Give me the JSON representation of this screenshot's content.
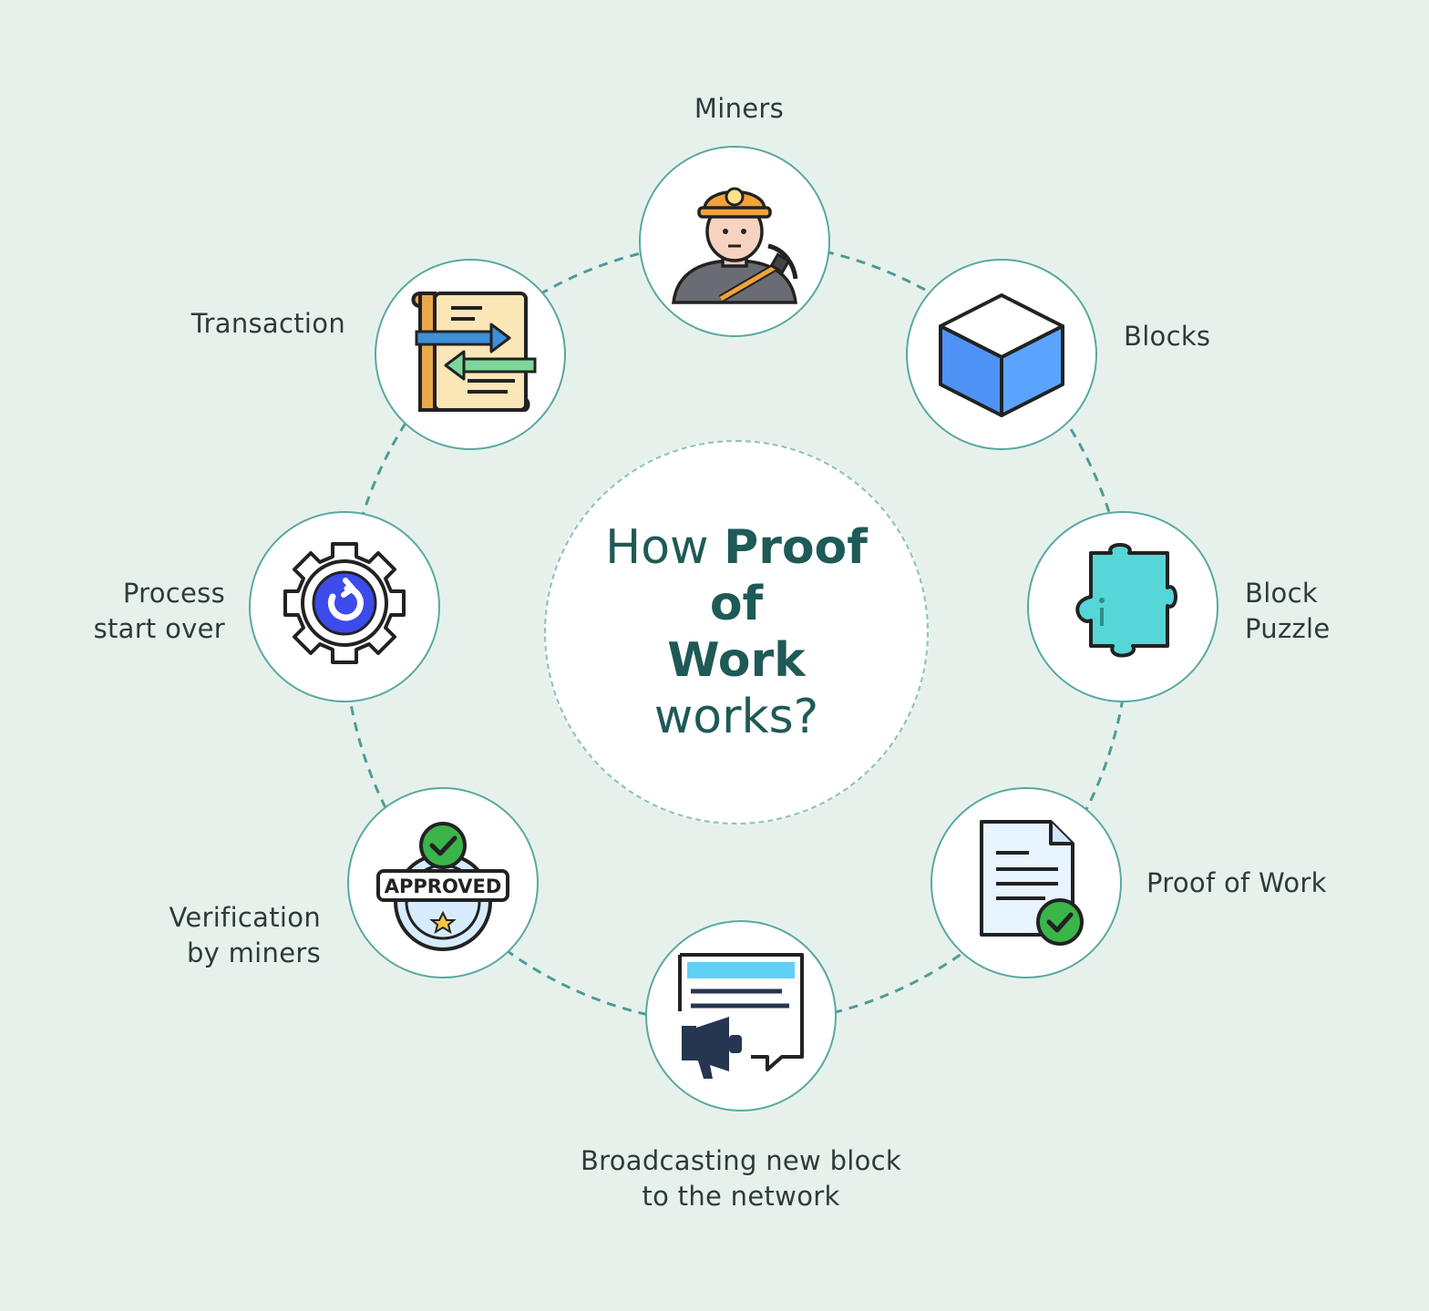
{
  "title": {
    "prefix": "How ",
    "bold1": "Proof of",
    "bold2": "Work",
    "suffix": " works?"
  },
  "steps": {
    "miners": {
      "label": "Miners",
      "icon": "miner-icon"
    },
    "blocks": {
      "label": "Blocks",
      "icon": "cube-icon"
    },
    "puzzle": {
      "line1": "Block",
      "line2": "Puzzle",
      "icon": "puzzle-piece-icon"
    },
    "pow": {
      "label": "Proof of Work",
      "icon": "document-check-icon"
    },
    "broadcast": {
      "line1": "Broadcasting new block",
      "line2": "to the network",
      "icon": "megaphone-icon"
    },
    "verification": {
      "line1": "Verification",
      "line2": "by miners",
      "icon": "approved-stamp-icon",
      "stamp_text": "APPROVED"
    },
    "restart": {
      "line1": "Process",
      "line2": "start over",
      "icon": "gear-refresh-icon"
    },
    "transaction": {
      "label": "Transaction",
      "icon": "transaction-scroll-icon"
    }
  },
  "colors": {
    "background": "#e7f1ec",
    "ring": "#4f9b97",
    "title": "#1e5a57",
    "node_border": "#5aa8a2"
  }
}
